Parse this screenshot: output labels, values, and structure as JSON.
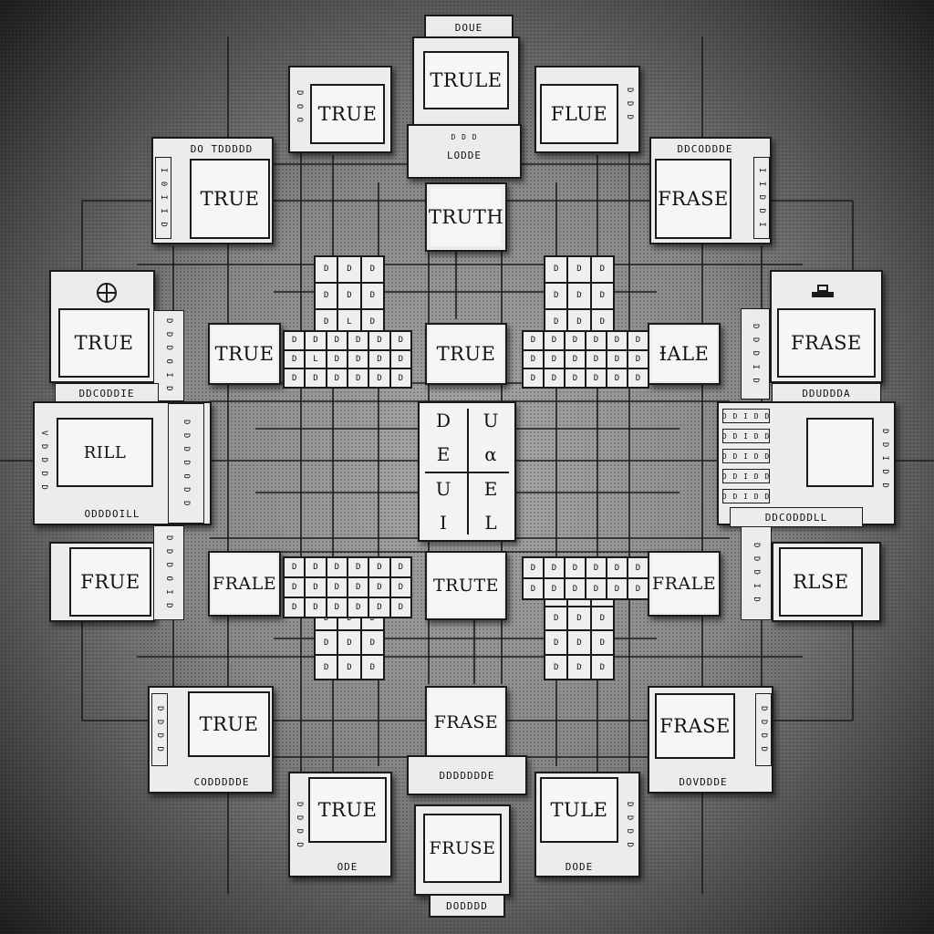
{
  "colors": {
    "ink": "#1a1a1a",
    "paper": "#ececec",
    "background": "#8a8a8a"
  },
  "center": {
    "cells": [
      "D",
      "U",
      "E",
      "α",
      "U",
      "E",
      "I",
      "L"
    ]
  },
  "top": {
    "caption_top": "DOUE",
    "main": "TRULE",
    "caption_bottom": "LODDE",
    "truth": "TRUTH"
  },
  "nodes": {
    "upper_left_true": "TRUE",
    "upper_right_flue": "FLUE",
    "left_true": "TRUE",
    "left_caption": "DO  TDDDDD",
    "right_frase": "FRASE",
    "right_caption": "DDCODDDE",
    "far_left_true": "TRUE",
    "far_left_caption": "DDCODDIE",
    "far_right_frase": "FRASE",
    "far_right_caption": "DDUDDDA",
    "inner_left_true": "TRUE",
    "inner_center_true": "TRUE",
    "inner_right_tale": "ƗALE",
    "mid_left_rill": "RILL",
    "mid_left_caption": "ODDDOILL",
    "mid_right_caption": "DDCODDDLL",
    "lower_far_left": "FRUE",
    "lower_inner_left": "FRALE",
    "lower_center": "TRUTE",
    "lower_inner_right": "FRALE",
    "lower_far_right": "RLSE",
    "bottom_left_true": "TRUE",
    "bottom_left_caption": "CODDDDDE",
    "bottom_center_frase": "FRASE",
    "bottom_center_caption": "DDDDDDDE",
    "bottom_right_frase": "FRASE",
    "bottom_right_caption": "DOVDDDE",
    "bottom_true": "TRUE",
    "bottom_true_caption": "ODE",
    "bottom_fruse": "FRUSE",
    "bottom_fruse_caption": "DODDDD",
    "bottom_tule": "TULE",
    "bottom_tule_caption": "DODE"
  },
  "strips": {
    "s_ul": "D O O",
    "s_ur": "D D D",
    "s_left": "I 0 I I D",
    "s_right": "I I D D I",
    "s_fl": "D D D O I D",
    "s_fr": "D D D I D",
    "s_ml": "V D D D D",
    "s_mr": "D D I D D",
    "s_ll": "D D D D O D D",
    "s_lr": "D D D D D",
    "s_bl": "D D D D",
    "s_br": "D D D D",
    "s_btl": "D D D D",
    "s_btr": "D D D D"
  },
  "grid_cells": {
    "ul": [
      "D",
      "D",
      "D",
      "D",
      "D",
      "D",
      "D",
      "L",
      "D",
      "D",
      "D",
      "D",
      "D",
      "D",
      "D",
      "D"
    ],
    "ur": [
      "D",
      "D",
      "D",
      "D",
      "D",
      "D",
      "D",
      "D",
      "D",
      "D",
      "D",
      "D",
      "D",
      "D",
      "D",
      "D"
    ],
    "ll": [
      "D",
      "D",
      "D",
      "D",
      "D",
      "D",
      "D",
      "D",
      "D",
      "D",
      "D",
      "D",
      "D",
      "D",
      "D",
      "D"
    ],
    "lr": [
      "D",
      "D",
      "D",
      "D",
      "D",
      "D",
      "D",
      "D",
      "D",
      "D",
      "D",
      "D",
      "D",
      "D",
      "D",
      "D"
    ]
  }
}
